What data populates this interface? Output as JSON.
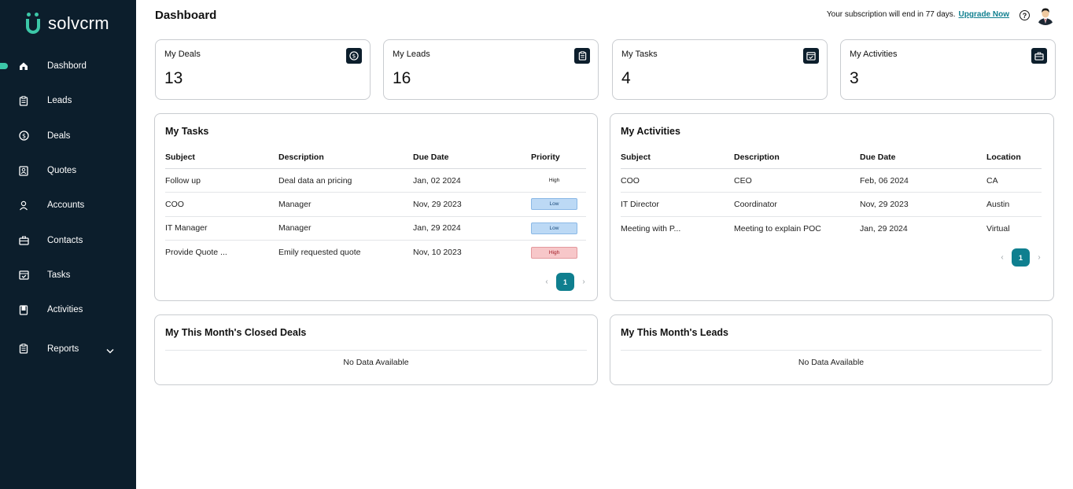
{
  "app": {
    "name": "solvcrm"
  },
  "sidebar": {
    "items": [
      {
        "label": "Dashbord",
        "icon": "home-icon",
        "active": true
      },
      {
        "label": "Leads",
        "icon": "clipboard-icon"
      },
      {
        "label": "Deals",
        "icon": "dollar-icon"
      },
      {
        "label": "Quotes",
        "icon": "quote-icon"
      },
      {
        "label": "Accounts",
        "icon": "user-icon"
      },
      {
        "label": "Contacts",
        "icon": "briefcase-icon"
      },
      {
        "label": "Tasks",
        "icon": "calendar-check-icon"
      },
      {
        "label": "Activities",
        "icon": "book-icon"
      },
      {
        "label": "Reports",
        "icon": "clipboard-icon"
      }
    ]
  },
  "header": {
    "title": "Dashboard",
    "subscription_text": "Your subscription will end in 77 days.",
    "upgrade_label": "Upgrade Now",
    "help": "?"
  },
  "stats": [
    {
      "label": "My Deals",
      "value": "13",
      "icon": "dollar-icon"
    },
    {
      "label": "My Leads",
      "value": "16",
      "icon": "clipboard-icon"
    },
    {
      "label": "My Tasks",
      "value": "4",
      "icon": "calendar-check-icon"
    },
    {
      "label": "My Activities",
      "value": "3",
      "icon": "briefcase-icon"
    }
  ],
  "tasks": {
    "title": "My Tasks",
    "columns": [
      "Subject",
      "Description",
      "Due Date",
      "Priority"
    ],
    "rows": [
      {
        "subject": "Follow up",
        "description": "Deal data an pricing",
        "due": "Jan, 02 2024",
        "priority": "High",
        "style": "plain"
      },
      {
        "subject": "COO",
        "description": "Manager",
        "due": "Nov, 29 2023",
        "priority": "Low",
        "style": "low"
      },
      {
        "subject": "IT Manager",
        "description": "Manager",
        "due": "Jan, 29 2024",
        "priority": "Low",
        "style": "low"
      },
      {
        "subject": "Provide Quote ...",
        "description": "Emily requested quote",
        "due": "Nov, 10 2023",
        "priority": "High",
        "style": "high"
      }
    ],
    "page": "1"
  },
  "activities": {
    "title": "My Activities",
    "columns": [
      "Subject",
      "Description",
      "Due Date",
      "Location"
    ],
    "rows": [
      {
        "subject": "COO",
        "description": "CEO",
        "due": "Feb, 06 2024",
        "location": "CA"
      },
      {
        "subject": "IT Director",
        "description": "Coordinator",
        "due": "Nov, 29 2023",
        "location": "Austin"
      },
      {
        "subject": "Meeting with P...",
        "description": "Meeting to explain POC",
        "due": "Jan, 29 2024",
        "location": "Virtual"
      }
    ],
    "page": "1"
  },
  "closed_deals": {
    "title": "My This Month's Closed Deals",
    "empty": "No Data Available"
  },
  "month_leads": {
    "title": "My This Month's Leads",
    "empty": "No Data Available"
  },
  "colors": {
    "sidebar": "#0c1e2c",
    "accent": "#0f7f8f",
    "brand": "#3cc8a8"
  }
}
